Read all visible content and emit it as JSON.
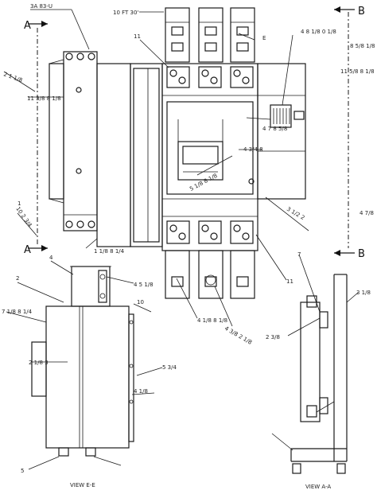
{
  "section_marks": {
    "a_left": "A",
    "b_right": "B"
  },
  "callouts": [
    "3A 83-U",
    "10 FT 30'",
    "11",
    "4 8 1/8 0 1/8",
    "8 5/8 1/8",
    "E",
    "11 5/8 8 1/8",
    "2 1 1/8",
    "11 3/8 8 1/8",
    "4 7 8 5/8",
    "4 3/4 8",
    "5 1/8 8 1/8",
    "3 1/2 2",
    "4 7/8",
    "10 2 3/4",
    "1 1/8 8 1/4",
    "1",
    "4",
    "11",
    "4 1/8 8 1/8",
    "2",
    "4 5 1/8",
    "4 3/8 2 1/8",
    "10",
    "7 1/8 8 1/4",
    "2 1/8 3",
    "5 3/4",
    "4 1/8",
    "7",
    "2 3/8",
    "3 1/8",
    "5",
    "VIEW E-E",
    "VIEW A-A"
  ]
}
